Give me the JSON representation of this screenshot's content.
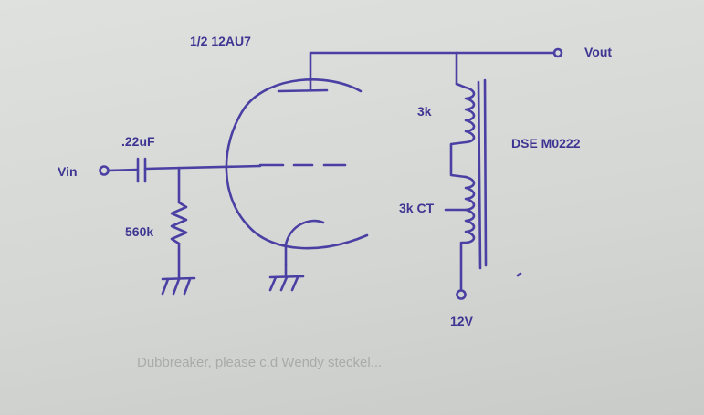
{
  "diagram": {
    "tube_label": "1/2 12AU7",
    "vout_label": "Vout",
    "vin_label": "Vin",
    "capacitor_label": ".22uF",
    "resistor_label": "560k",
    "primary_label": "3k",
    "secondary_label": "3k CT",
    "transformer_label": "DSE M0222",
    "supply_label": "12V",
    "bleed_text": "Dubbreaker, please c.d Wendy steckel..."
  },
  "colors": {
    "ink": "#4a3fa3",
    "paper": "#d6d8d6"
  }
}
